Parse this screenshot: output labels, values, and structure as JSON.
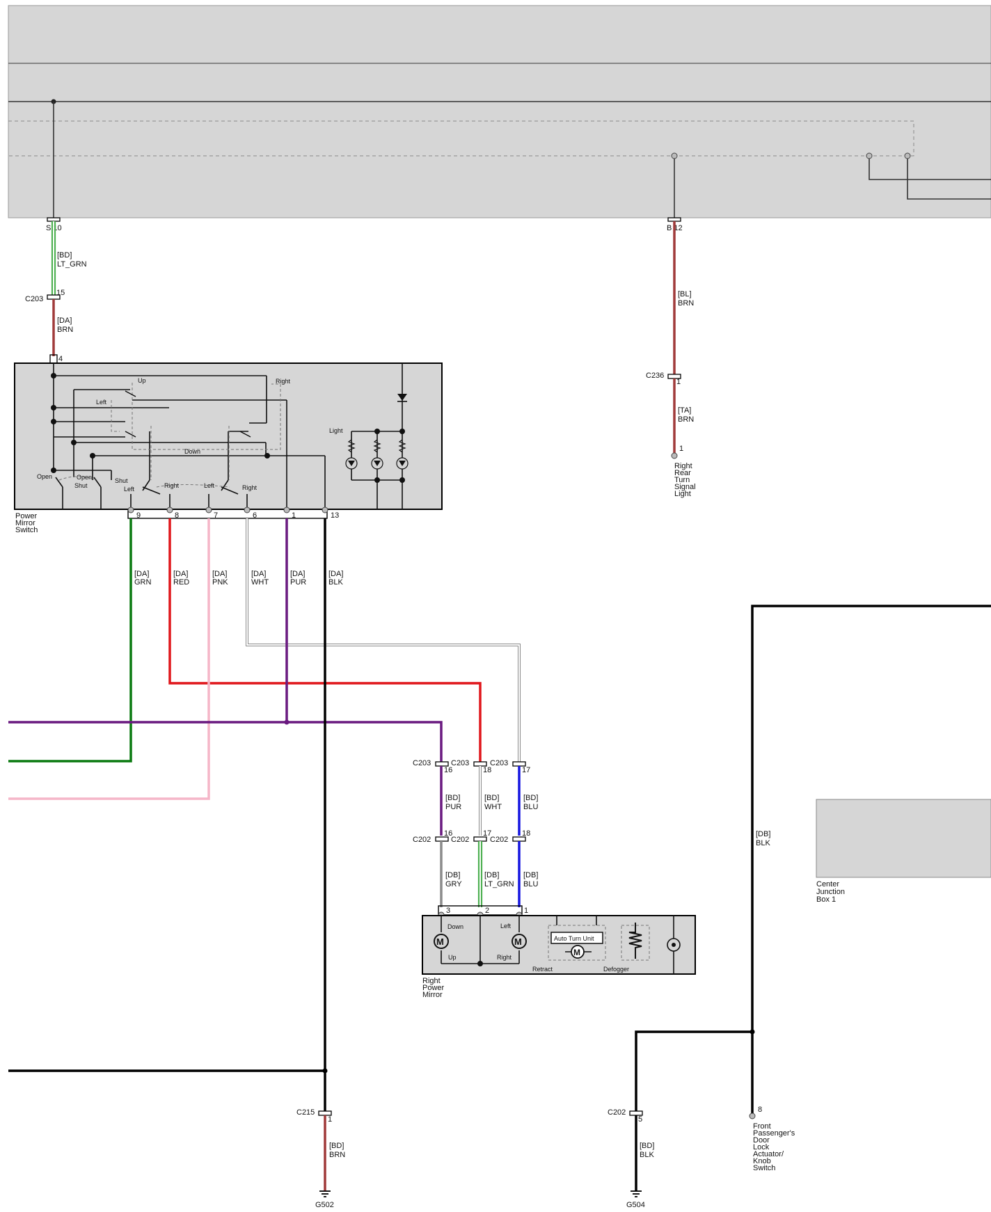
{
  "colors": {
    "lt_grn": "#4caf50",
    "brn": "#a03a3a",
    "grn": "#0a7a10",
    "red": "#e0161b",
    "pnk": "#f5b6c8",
    "wht": "#8a8a8a",
    "pur": "#6a1a80",
    "blk": "#000000",
    "blu": "#1515e0",
    "gry": "#8c8c8c",
    "box_fill": "#d6d6d6"
  },
  "top_connectors": {
    "s10": "S 10",
    "b12": "B 12"
  },
  "wires": {
    "s10_code": "[BD]",
    "s10_color": "LT_GRN",
    "c203_a_name": "C203",
    "c203_a_pin": "15",
    "c203_a_code": "[DA]",
    "c203_a_color": "BRN",
    "sw_pin_top": "4",
    "b12_code": "[BL]",
    "b12_color": "BRN",
    "c236_name": "C236",
    "c236_pin": "1",
    "c236_code": "[TA]",
    "c236_color": "BRN",
    "light_pin": "1"
  },
  "right_rear_light": [
    "Right",
    "Rear",
    "Turn",
    "Signal",
    "Light"
  ],
  "switch": {
    "name_lines": [
      "Power",
      "Mirror",
      "Switch"
    ],
    "labels": {
      "up": "Up",
      "right_top": "Right",
      "left": "Left",
      "down": "Down",
      "light": "Light",
      "open1": "Open",
      "open2": "Open",
      "shut1": "Shut",
      "shut2": "Shut",
      "left1": "Left",
      "right1": "Right",
      "left2": "Left",
      "right2": "Right"
    },
    "pins": [
      "9",
      "8",
      "7",
      "6",
      "1",
      "13"
    ]
  },
  "switch_wires": [
    {
      "code": "[DA]",
      "color": "GRN"
    },
    {
      "code": "[DA]",
      "color": "RED"
    },
    {
      "code": "[DA]",
      "color": "PNK"
    },
    {
      "code": "[DA]",
      "color": "WHT"
    },
    {
      "code": "[DA]",
      "color": "PUR"
    },
    {
      "code": "[DA]",
      "color": "BLK"
    }
  ],
  "mirror_connectors": {
    "c203": [
      {
        "name": "C203",
        "pin": "16"
      },
      {
        "name": "C203",
        "pin": "18"
      },
      {
        "name": "C203",
        "pin": "17"
      }
    ],
    "mid_wires": [
      {
        "code": "[BD]",
        "color": "PUR"
      },
      {
        "code": "[BD]",
        "color": "WHT"
      },
      {
        "code": "[BD]",
        "color": "BLU"
      }
    ],
    "c202": [
      {
        "name": "C202",
        "pin": "16"
      },
      {
        "name": "C202",
        "pin": "17"
      },
      {
        "name": "C202",
        "pin": "18"
      }
    ],
    "low_wires": [
      {
        "code": "[DB]",
        "color": "GRY"
      },
      {
        "code": "[DB]",
        "color": "LT_GRN"
      },
      {
        "code": "[DB]",
        "color": "BLU"
      }
    ],
    "mirror_pins": [
      "3",
      "2",
      "1"
    ]
  },
  "mirror": {
    "name_lines": [
      "Right",
      "Power",
      "Mirror"
    ],
    "labels": {
      "down": "Down",
      "up": "Up",
      "left": "Left",
      "right": "Right",
      "auto_turn": "Auto Turn Unit",
      "retract": "Retract",
      "defogger": "Defogger",
      "motor": "M"
    }
  },
  "ground_left": {
    "conn": "C215",
    "pin": "1",
    "code": "[BD]",
    "color": "BRN",
    "ground": "G502"
  },
  "ground_right": {
    "conn": "C202",
    "pin": "5",
    "code": "[BD]",
    "color": "BLK",
    "ground": "G504"
  },
  "db_blk": {
    "code": "[DB]",
    "color": "BLK"
  },
  "center_box": [
    "Center",
    "Junction",
    "Box 1"
  ],
  "door_lock": {
    "pin": "8",
    "lines": [
      "Front",
      "Passenger's",
      "Door",
      "Lock",
      "Actuator/",
      "Knob",
      "Switch"
    ]
  }
}
